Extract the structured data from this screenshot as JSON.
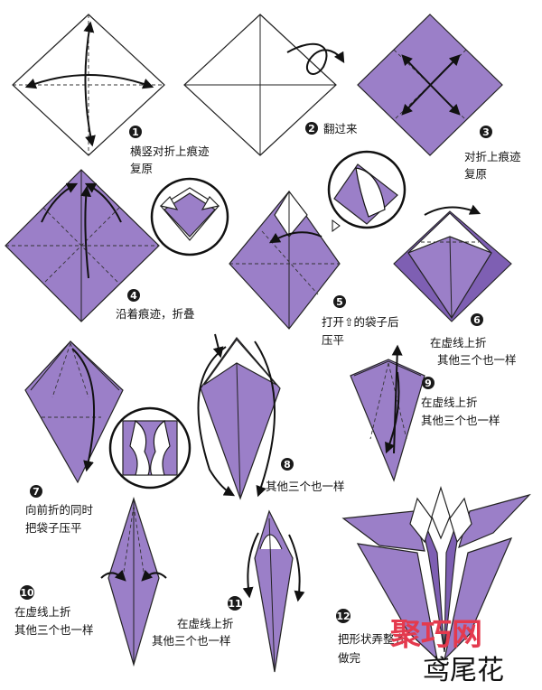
{
  "title": "鸢尾花",
  "watermark": "聚巧网",
  "colors": {
    "purple": "#9b7fc8",
    "purple_dark": "#7e5fb3",
    "outline": "#222222",
    "watermark": "#e43a4e"
  },
  "steps": [
    {
      "num": "1",
      "lines": [
        "横竖对折上痕迹",
        "复原"
      ]
    },
    {
      "num": "2",
      "lines": [
        "翻过来"
      ]
    },
    {
      "num": "3",
      "lines": [
        "对折上痕迹",
        "复原"
      ]
    },
    {
      "num": "4",
      "lines": [
        "沿着痕迹，折叠"
      ]
    },
    {
      "num": "5",
      "lines": [
        "打开⇧的袋子后",
        "压平"
      ]
    },
    {
      "num": "6",
      "lines": [
        "在虚线上折",
        "其他三个也一样"
      ]
    },
    {
      "num": "7",
      "lines": [
        "向前折的同时",
        "把袋子压平"
      ]
    },
    {
      "num": "8",
      "lines": [
        "其他三个也一样"
      ]
    },
    {
      "num": "9",
      "lines": [
        "在虚线上折",
        "其他三个也一样"
      ]
    },
    {
      "num": "10",
      "lines": [
        "在虚线上折",
        "其他三个也一样"
      ]
    },
    {
      "num": "11",
      "lines": [
        "在虚线上折",
        "其他三个也一样"
      ]
    },
    {
      "num": "12",
      "lines": [
        "把形状弄整齐",
        "做完"
      ]
    }
  ]
}
